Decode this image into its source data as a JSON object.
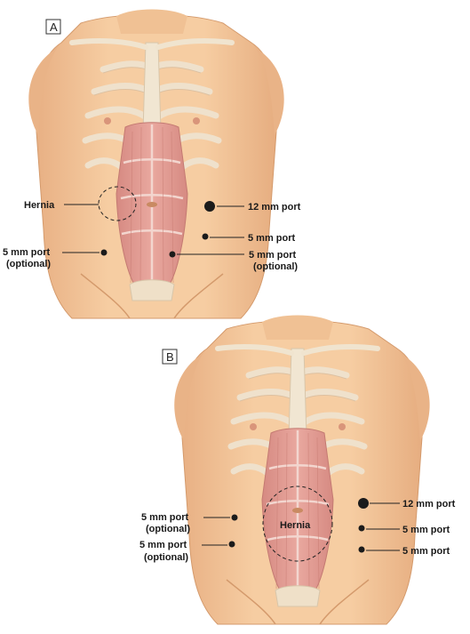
{
  "panels": [
    {
      "letter": "A",
      "hernia_label": "Hernia",
      "ports": [
        {
          "label": "12 mm port",
          "size": "large"
        },
        {
          "label": "5 mm port",
          "size": "small"
        },
        {
          "label_line1": "5 mm port",
          "label_line2": "(optional)",
          "size": "small"
        },
        {
          "label_line1": "5 mm port",
          "label_line2": "(optional)",
          "size": "small"
        }
      ]
    },
    {
      "letter": "B",
      "hernia_label": "Hernia",
      "ports": [
        {
          "label": "12 mm port",
          "size": "large"
        },
        {
          "label": "5 mm port",
          "size": "small"
        },
        {
          "label": "5 mm port",
          "size": "small"
        },
        {
          "label_line1": "5 mm port",
          "label_line2": "(optional)",
          "size": "small"
        },
        {
          "label_line1": "5 mm port",
          "label_line2": "(optional)",
          "size": "small"
        }
      ]
    }
  ],
  "colors": {
    "skin": "#f3c497",
    "skin_shadow": "#e2a878",
    "rib": "#efe3cf",
    "muscle": "#d98f86",
    "port": "#1b1b1b"
  }
}
